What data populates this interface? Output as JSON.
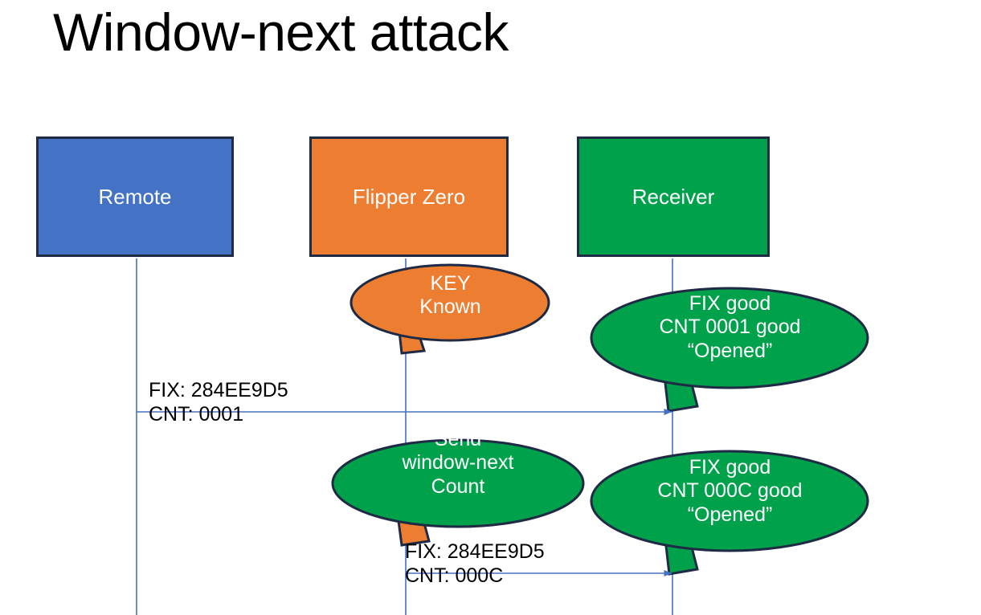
{
  "slide": {
    "title": "Window-next attack",
    "background": "#ffffff"
  },
  "colors": {
    "remote_blue": "#4472C4",
    "flipper_orange": "#ED7D31",
    "receiver_green": "#00A14B",
    "outline_navy": "#1F2A44",
    "line_blue": "#4472C4",
    "text_white": "#FFFFFF",
    "text_black": "#000000"
  },
  "actors": [
    {
      "id": "remote",
      "label": "Remote"
    },
    {
      "id": "flipper",
      "label": "Flipper Zero"
    },
    {
      "id": "receiver",
      "label": "Receiver"
    }
  ],
  "callouts": [
    {
      "id": "key-known",
      "owner": "flipper",
      "text": "KEY\nKnown"
    },
    {
      "id": "fix-good-1",
      "owner": "receiver",
      "text": "FIX good\nCNT 0001 good\n“Opened”"
    },
    {
      "id": "send-window-next",
      "owner": "flipper",
      "text": "Send\nwindow-next\nCount"
    },
    {
      "id": "fix-good-2",
      "owner": "receiver",
      "text": "FIX good\nCNT 000C good\n“Opened”"
    }
  ],
  "messages": [
    {
      "id": "msg-1",
      "from": "remote",
      "to": "receiver",
      "text": "FIX: 284EE9D5\nCNT: 0001"
    },
    {
      "id": "msg-2",
      "from": "flipper",
      "to": "receiver",
      "text": "FIX: 284EE9D5\nCNT: 000C"
    }
  ]
}
